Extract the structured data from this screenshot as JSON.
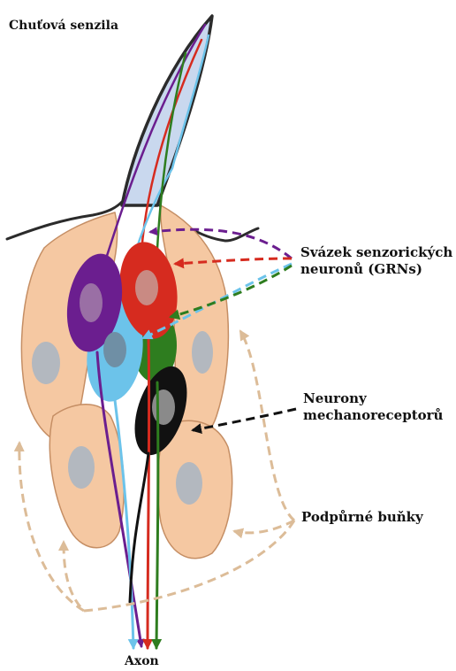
{
  "title": "Chuťová senzila",
  "labels": {
    "grn_line1": "Svázek senzorických",
    "grn_line2": "neuronů (GRNs)",
    "mech_line1": "Neurony",
    "mech_line2": "mechanoreceptorů",
    "support": "Podpůrné buňky",
    "axon": "Axon"
  },
  "colors": {
    "support_cell": "#f5c8a2",
    "support_outline": "#c58e64",
    "nucleus": "#b3b8bf",
    "sensilla_fill": "#c9d8ee",
    "purple": "#6b1e8f",
    "red": "#d62b1f",
    "light_blue": "#6cc3ea",
    "green": "#2e7d1f",
    "black": "#111111",
    "tan_arrow": "#dcbc98"
  }
}
